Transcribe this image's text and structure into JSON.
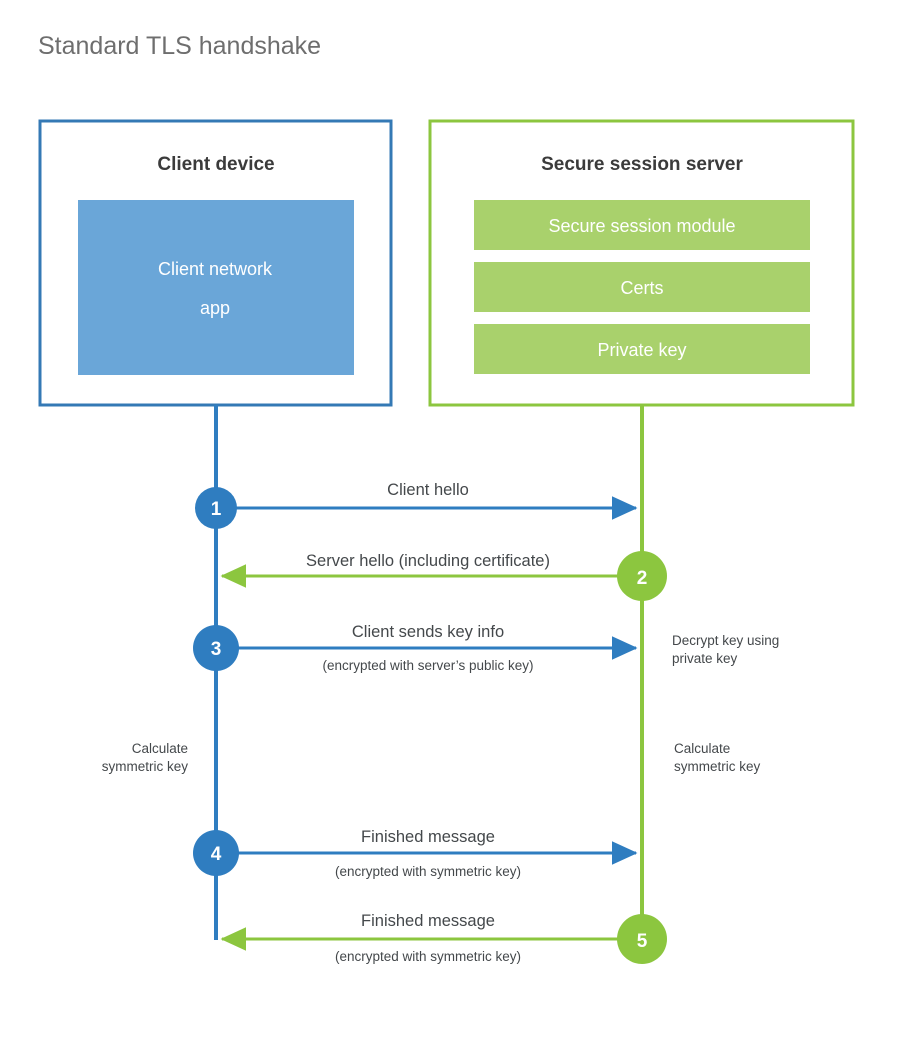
{
  "title": "Standard TLS handshake",
  "colors": {
    "blue_border": "#3479b5",
    "blue_fill": "#6aa6d8",
    "blue_line": "#2f7dc0",
    "green_border": "#8cc63f",
    "green_fill": "#a9d16c",
    "green_line": "#8cc63f",
    "text_dark": "#3b3b3b",
    "text_body": "#44484b",
    "title_gray": "#6e6e6e",
    "white": "#ffffff"
  },
  "panels": {
    "client": {
      "title": "Client device",
      "blocks": [
        {
          "label": "Client network app"
        }
      ]
    },
    "server": {
      "title": "Secure session server",
      "blocks": [
        {
          "label": "Secure session module"
        },
        {
          "label": "Certs"
        },
        {
          "label": "Private key"
        }
      ]
    }
  },
  "steps": [
    {
      "number": "1",
      "label": "Client hello",
      "sublabel": "",
      "direction": "client-to-server",
      "color": "blue"
    },
    {
      "number": "2",
      "label": "Server hello (including certificate)",
      "sublabel": "",
      "direction": "server-to-client",
      "color": "green"
    },
    {
      "number": "3",
      "label": "Client sends key info",
      "sublabel": "(encrypted with server’s public key)",
      "direction": "client-to-server",
      "color": "blue"
    },
    {
      "number": "4",
      "label": "Finished message",
      "sublabel": "(encrypted with symmetric key)",
      "direction": "client-to-server",
      "color": "blue"
    },
    {
      "number": "5",
      "label": "Finished message",
      "sublabel": "(encrypted with symmetric key)",
      "direction": "server-to-client",
      "color": "green"
    }
  ],
  "notes": {
    "decrypt": {
      "line1": "Decrypt key using",
      "line2": "private key"
    },
    "calc_left": {
      "line1": "Calculate",
      "line2": "symmetric key"
    },
    "calc_right": {
      "line1": "Calculate",
      "line2": "symmetric key"
    }
  }
}
